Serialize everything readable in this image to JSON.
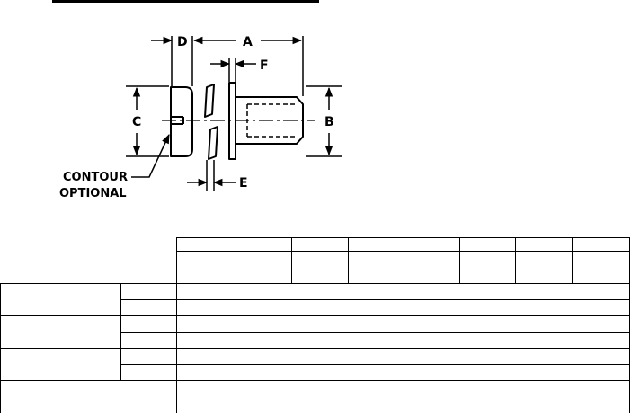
{
  "drawing": {
    "dimensions": {
      "a": "A",
      "b": "B",
      "c": "C",
      "d": "D",
      "e": "E",
      "f": "F"
    },
    "note": {
      "line1": "CONTOUR",
      "line2": "OPTIONAL"
    }
  }
}
